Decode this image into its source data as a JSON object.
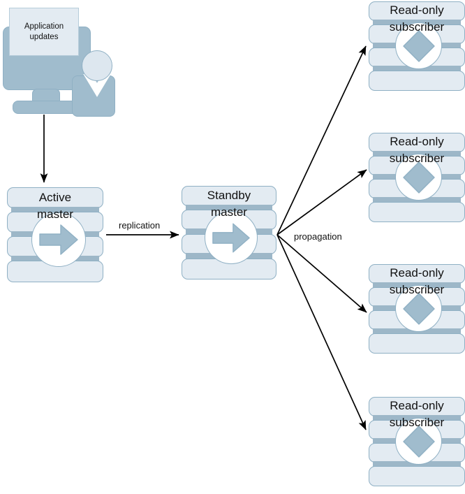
{
  "diagram": {
    "title": "Database replication and propagation topology",
    "colors": {
      "band_fill": "#e3ebf2",
      "band_border": "#8fb0c4",
      "accent": "#9db7c8",
      "device_fill": "#a0bccd",
      "emblem_fill": "#ffffff",
      "arrow": "#000000"
    },
    "client": {
      "icon": "desktop-monitor-with-user-icon",
      "screen_line1": "Application",
      "screen_line2": "updates"
    },
    "nodes": [
      {
        "id": "active-master",
        "line1": "Active",
        "line2": "master",
        "emblem": "right-arrow-icon"
      },
      {
        "id": "standby-master",
        "line1": "Standby",
        "line2": "master",
        "emblem": "right-arrow-icon"
      },
      {
        "id": "read-only-subscriber-1",
        "line1": "Read-only",
        "line2": "subscriber",
        "emblem": "diamond-icon"
      },
      {
        "id": "read-only-subscriber-2",
        "line1": "Read-only",
        "line2": "subscriber",
        "emblem": "diamond-icon"
      },
      {
        "id": "read-only-subscriber-3",
        "line1": "Read-only",
        "line2": "subscriber",
        "emblem": "diamond-icon"
      },
      {
        "id": "read-only-subscriber-4",
        "line1": "Read-only",
        "line2": "subscriber",
        "emblem": "diamond-icon"
      }
    ],
    "edges": {
      "client_to_active": "",
      "replication": "replication",
      "propagation": "propagation"
    }
  }
}
